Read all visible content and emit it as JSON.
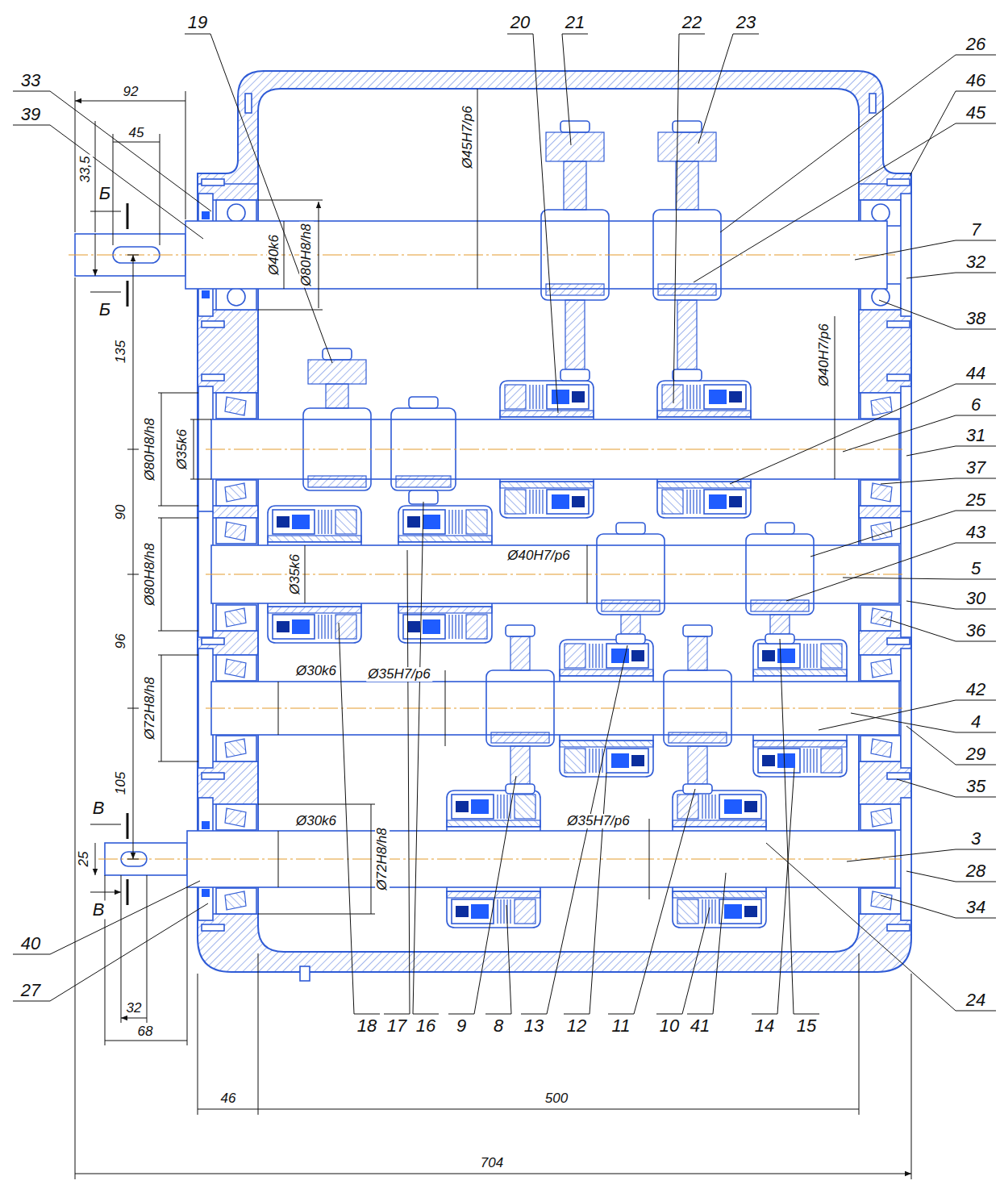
{
  "diagram": {
    "labels": [
      "19",
      "20",
      "21",
      "22",
      "23",
      "26",
      "33",
      "92",
      "46",
      "39",
      "45",
      "45",
      "Ø45H7/p6",
      "33,5",
      "Б",
      "7",
      "Ø40k6",
      "Ø80H8/h8",
      "32",
      "Б",
      "38",
      "135",
      "Ø40H7/p6",
      "44",
      "6",
      "Ø80H8/h8",
      "Ø35k6",
      "31",
      "37",
      "25",
      "90",
      "43",
      "Ø80H8/h8",
      "Ø35k6",
      "Ø40H7/p6",
      "5",
      "30",
      "36",
      "96",
      "Ø30k6",
      "Ø35H7/p6",
      "42",
      "Ø72H8/h8",
      "4",
      "29",
      "105",
      "35",
      "В",
      "Ø35H7/p6",
      "Ø30k6",
      "3",
      "Ø72H8/h8",
      "25",
      "28",
      "34",
      "В",
      "40",
      "27",
      "24",
      "32",
      "18",
      "17",
      "16",
      "9",
      "8",
      "13",
      "12",
      "11",
      "10",
      "41",
      "14",
      "15",
      "68",
      "46",
      "500",
      "704"
    ]
  }
}
